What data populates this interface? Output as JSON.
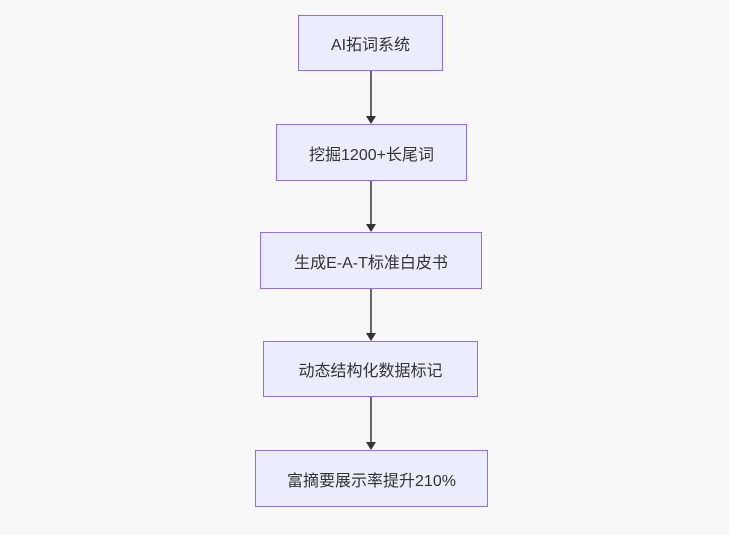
{
  "diagram": {
    "type": "flowchart",
    "direction": "top-down",
    "nodes": [
      {
        "label": "AI拓词系统"
      },
      {
        "label": "挖掘1200+长尾词"
      },
      {
        "label": "生成E-A-T标准白皮书"
      },
      {
        "label": "动态结构化数据标记"
      },
      {
        "label": "富摘要展示率提升210%"
      }
    ],
    "edges": [
      {
        "from": 0,
        "to": 1
      },
      {
        "from": 1,
        "to": 2
      },
      {
        "from": 2,
        "to": 3
      },
      {
        "from": 3,
        "to": 4
      }
    ],
    "colors": {
      "node_fill": "#ECECFF",
      "node_border": "#9370DB",
      "node_text": "#333333",
      "edge_line": "#666666",
      "edge_arrowhead": "#333333",
      "background": "#F8F8F8"
    }
  }
}
